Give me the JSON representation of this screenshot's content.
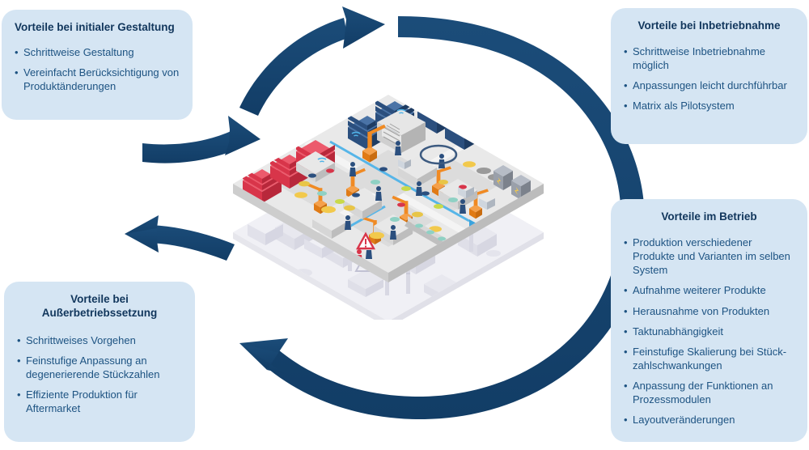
{
  "diagram": {
    "type": "cycle-diagram",
    "center_illustration": "isometric-matrix-production-factory",
    "colors": {
      "box_background": "#d5e5f3",
      "heading_text": "#11365c",
      "body_text": "#1d5382",
      "arrow": "#17456f",
      "accent_orange": "#f08a23",
      "accent_red": "#d8354a",
      "accent_light_blue": "#4fb3e8"
    },
    "arrows": [
      {
        "name": "arc-top-left-short",
        "direction": "clockwise",
        "arrowhead": "right"
      },
      {
        "name": "arc-main-clockwise",
        "direction": "clockwise",
        "arrowhead": "upper-left"
      },
      {
        "name": "arrow-left-upper",
        "direction": "right-up",
        "arrowhead": "right"
      },
      {
        "name": "arrow-left-lower",
        "direction": "left",
        "arrowhead": "left"
      }
    ]
  },
  "boxes": {
    "top_left": {
      "title": "Vorteile bei initialer Gestaltung",
      "bullets": [
        "Schrittweise Gestaltung",
        "Vereinfacht Berücksichtigung von Produktänderungen"
      ]
    },
    "top_right": {
      "title": "Vorteile bei Inbetriebnahme",
      "bullets": [
        "Schrittweise Inbetriebnahme möglich",
        "Anpassungen leicht durchführbar",
        "Matrix als Pilotsystem"
      ]
    },
    "bottom_right": {
      "title": "Vorteile im Betrieb",
      "bullets": [
        "Produktion verschiedener Produkte und Varianten im selben System",
        "Aufnahme weiterer Produkte",
        "Herausnahme von Produkten",
        "Taktunabhängigkeit",
        "Feinstufige Skalierung bei Stück-zahlschwankungen",
        "Anpassung der Funktionen an Prozessmodulen",
        "Layoutveränderungen"
      ]
    },
    "bottom_left": {
      "title_line1": "Vorteile bei",
      "title_line2": "Außerbetriebssetzung",
      "bullets": [
        "Schrittweises Vorgehen",
        "Feinstufige Anpassung an degenerierende Stückzahlen",
        "Effiziente Produktion für Aftermarket"
      ]
    }
  }
}
